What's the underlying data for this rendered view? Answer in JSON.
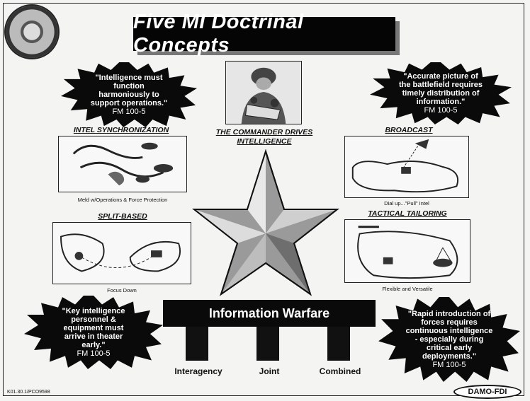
{
  "title": "Five MI Doctrinal Concepts",
  "quotes": {
    "top_left": {
      "text": "\"Intelligence must function harmoniously to support operations.\"",
      "source": "FM 100-5"
    },
    "top_right": {
      "text": "\"Accurate picture of the battlefield requires timely distribution of information.\"",
      "source": "FM 100-5"
    },
    "bottom_left": {
      "text": "\"Key intelligence personnel & equipment must arrive in theater early.\"",
      "source": "FM 100-5"
    },
    "bottom_right": {
      "text": "\"Rapid introduction of forces requires continuous intelligence - especially during critical early deployments.\"",
      "source": "FM 100-5"
    }
  },
  "concepts": {
    "intel_sync": {
      "label": "INTEL SYNCHRONIZATION",
      "caption": "Meld w/Operations & Force Protection"
    },
    "commander": {
      "label": "THE COMMANDER DRIVES INTELLIGENCE"
    },
    "broadcast": {
      "label": "BROADCAST",
      "caption": "Dial up...\"Pull\" Intel"
    },
    "split_based": {
      "label": "SPLIT-BASED",
      "caption": "Focus Down"
    },
    "tactical_tailoring": {
      "label": "TACTICAL TAILORING",
      "caption": "Flexible and Versatile"
    }
  },
  "info_warfare": {
    "title": "Information Warfare",
    "pillars": [
      "Interagency",
      "Joint",
      "Combined"
    ]
  },
  "footer": {
    "code": "K01.30.1/PCO9598",
    "badge": "DAMO-FDI"
  },
  "colors": {
    "ink": "#111111",
    "burst": "#0a0a0a",
    "paper": "#f4f4f2"
  },
  "icons": {
    "seal": "army-seal-icon",
    "star": "star-icon"
  }
}
